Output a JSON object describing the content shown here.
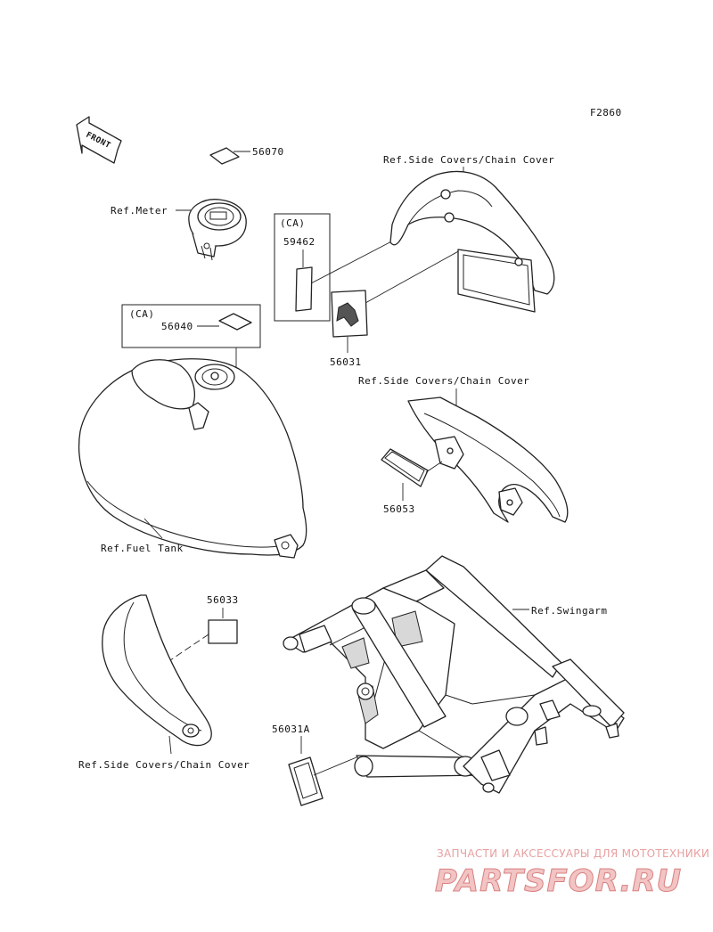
{
  "figure_code": "F2860",
  "front_label": "FRONT",
  "part_numbers": {
    "p56070": "56070",
    "p59462": "59462",
    "p56031": "56031",
    "p56040": "56040",
    "p56053": "56053",
    "p56033": "56033",
    "p56031A": "56031A"
  },
  "region_tags": {
    "ca_upper": "(CA)",
    "ca_lower": "(CA)"
  },
  "references": {
    "meter": "Ref.Meter",
    "side_covers_top": "Ref.Side Covers/Chain Cover",
    "side_covers_mid": "Ref.Side Covers/Chain Cover",
    "side_covers_bottom": "Ref.Side Covers/Chain Cover",
    "fuel_tank": "Ref.Fuel Tank",
    "swingarm": "Ref.Swingarm"
  },
  "watermark": {
    "tagline": "ЗАПЧАСТИ И АКСЕССУАРЫ ДЛЯ МОТОТЕХНИКИ",
    "brand": "PARTSFOR.RU"
  },
  "colors": {
    "line": "#222222",
    "background": "#ffffff",
    "watermark": "#e8a0a0"
  }
}
